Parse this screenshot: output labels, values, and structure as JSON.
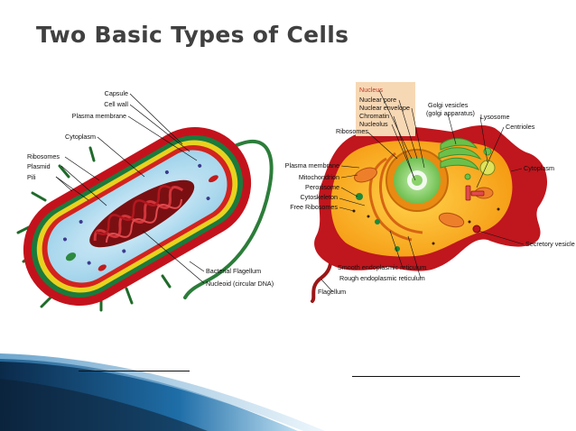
{
  "slide": {
    "title": "Two Basic Types of Cells"
  },
  "prokaryote": {
    "labels": {
      "capsule": "Capsule",
      "cell_wall": "Cell wall",
      "plasma_membrane": "Plasma membrane",
      "cytoplasm": "Cytoplasm",
      "ribosomes": "Ribosomes",
      "plasmid": "Plasmid",
      "pili": "Pili",
      "flagellum": "Bacterial Flagellum",
      "nucleoid": "Nucleoid (circular DNA)"
    },
    "answer_blank": ""
  },
  "eukaryote": {
    "labels": {
      "nucleus": "Nucleus",
      "nuclear_pore": "Nuclear pore",
      "nuclear_envelope": "Nuclear envelope",
      "chromatin": "Chromatin",
      "nucleolus": "Nucleolus",
      "ribosomes": "Ribosomes",
      "golgi_line1": "Golgi vesicles",
      "golgi_line2": "(golgi apparatus)",
      "lysosome": "Lysosome",
      "centrioles": "Centrioles",
      "plasma_membrane": "Plasma membrane",
      "mitochondrion": "Mitochondrion",
      "peroxisome": "Peroxisome",
      "cytoskeleton": "Cytoskeleton",
      "free_ribosomes": "Free Ribosomes",
      "cytoplasm": "Cytoplasm",
      "secretory_vesicle": "Secretory vesicle",
      "smooth_er": "Smooth endoplasmic reticulum",
      "rough_er": "Rough endoplasmic reticulum",
      "flagellum": "Flagellum"
    },
    "answer_blank": ""
  }
}
